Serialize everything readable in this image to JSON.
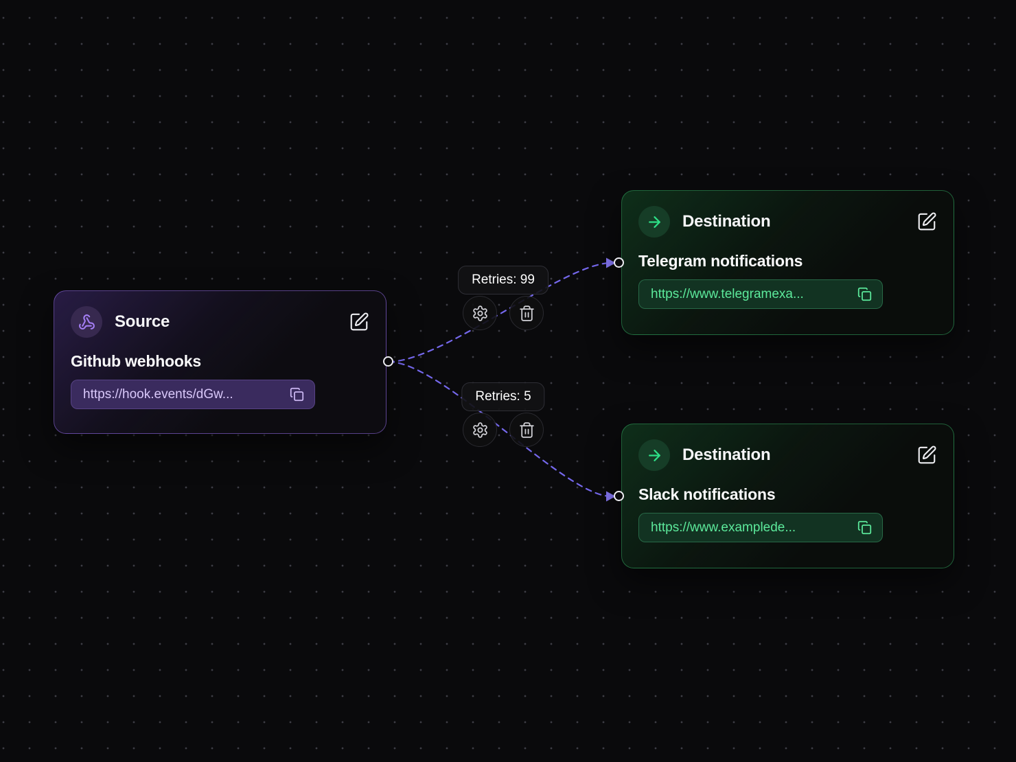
{
  "canvas": {
    "background_color": "#0a0a0c",
    "grid_dot_color": "#3d3d45",
    "edge_color": "#7568ec"
  },
  "source_node": {
    "type_label": "Source",
    "name": "Github webhooks",
    "url": "https://hook.events/dGw...",
    "accent_color": "#a47ef5"
  },
  "telegram_node": {
    "type_label": "Destination",
    "name": "Telegram notifications",
    "url": "https://www.telegramexa...",
    "accent_color": "#2ee087"
  },
  "slack_node": {
    "type_label": "Destination",
    "name": "Slack notifications",
    "url": "https://www.examplede...",
    "accent_color": "#2ee087"
  },
  "edges": {
    "telegram": {
      "label": "Retries: 99"
    },
    "slack": {
      "label": "Retries: 5"
    }
  },
  "icons": {
    "source": "webhook-icon",
    "destination": "arrow-right-icon",
    "edit": "edit-icon",
    "copy": "copy-icon",
    "settings": "gear-icon",
    "delete": "trash-icon"
  }
}
